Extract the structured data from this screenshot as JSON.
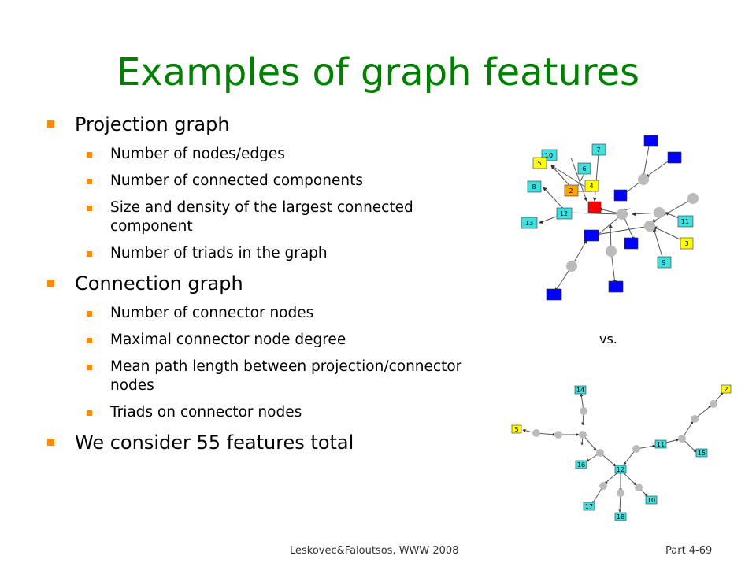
{
  "title": "Examples of graph features",
  "sections": [
    {
      "heading": "Projection graph",
      "items": [
        "Number of nodes/edges",
        "Number of connected components",
        "Size and density of the largest connected component",
        "Number of triads in the graph"
      ]
    },
    {
      "heading": "Connection graph",
      "items": [
        "Number of connector nodes",
        "Maximal connector node degree",
        "Mean path length between projection/connector nodes",
        "Triads on connector nodes"
      ]
    },
    {
      "heading": "We consider 55 features total",
      "items": []
    }
  ],
  "vs_label": "vs.",
  "footer": {
    "left": "Leskovec&Faloutsos, WWW 2008",
    "right": "Part 4-69"
  },
  "colors": {
    "title": "#008000",
    "bullet": "#ff8c00",
    "cyan": "#3fe0e0",
    "blue": "#0000ff",
    "yellow": "#ffff00",
    "orange": "#ffa500",
    "red": "#ff0000",
    "gray": "#bbbbbb"
  },
  "graph1": {
    "labels": [
      "10",
      "7",
      "5",
      "6",
      "8",
      "2",
      "4",
      "12",
      "13",
      "11",
      "3",
      "9"
    ]
  },
  "graph2": {
    "labels": [
      "14",
      "2",
      "5",
      "11",
      "15",
      "16",
      "12",
      "17",
      "18",
      "10"
    ]
  }
}
